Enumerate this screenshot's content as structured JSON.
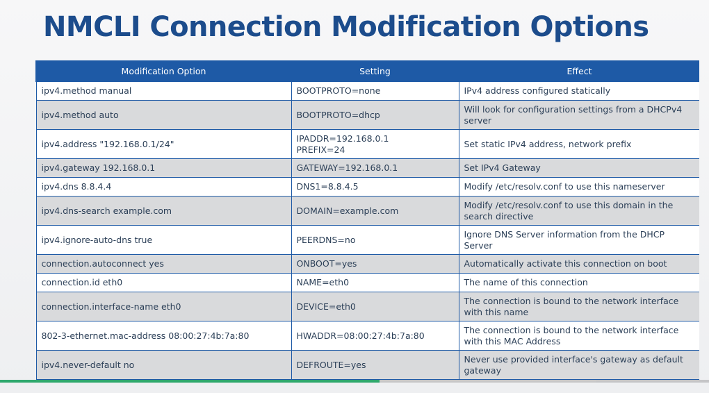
{
  "slide": {
    "title": "NMCLI Connection Modification Options"
  },
  "table": {
    "headers": [
      "Modification Option",
      "Setting",
      "Effect"
    ],
    "rows": [
      {
        "option": "ipv4.method manual",
        "setting": "BOOTPROTO=none",
        "effect": "IPv4 address configured statically"
      },
      {
        "option": "ipv4.method auto",
        "setting": "BOOTPROTO=dhcp",
        "effect": "Will look for configuration settings from a DHCPv4 server"
      },
      {
        "option": "ipv4.address \"192.168.0.1/24\"",
        "setting": "IPADDR=192.168.0.1",
        "setting2": "PREFIX=24",
        "effect": "Set static IPv4 address, network prefix"
      },
      {
        "option": "ipv4.gateway 192.168.0.1",
        "setting": "GATEWAY=192.168.0.1",
        "effect": "Set IPv4 Gateway"
      },
      {
        "option": "ipv4.dns 8.8.4.4",
        "setting": "DNS1=8.8.4.5",
        "effect": "Modify /etc/resolv.conf to use this nameserver"
      },
      {
        "option": "ipv4.dns-search example.com",
        "setting": "DOMAIN=example.com",
        "effect": "Modify /etc/resolv.conf to use this domain in the search directive"
      },
      {
        "option": "ipv4.ignore-auto-dns true",
        "setting": "PEERDNS=no",
        "effect": "Ignore DNS Server information from the DHCP Server"
      },
      {
        "option": "connection.autoconnect yes",
        "setting": "ONBOOT=yes",
        "effect": "Automatically activate this connection on boot"
      },
      {
        "option": "connection.id eth0",
        "setting": "NAME=eth0",
        "effect": "The name of this connection"
      },
      {
        "option": "connection.interface-name eth0",
        "setting": "DEVICE=eth0",
        "effect": "The connection is bound to the network interface with this name"
      },
      {
        "option": "802-3-ethernet.mac-address 08:00:27:4b:7a:80",
        "setting": "HWADDR=08:00:27:4b:7a:80",
        "effect": "The connection is bound to the network interface with this MAC Address"
      },
      {
        "option": "ipv4.never-default no",
        "setting": "DEFROUTE=yes",
        "effect": "Never use provided interface's gateway as default gateway"
      }
    ]
  },
  "video": {
    "progress": 0.535,
    "buffered": 0.84
  },
  "colors": {
    "title": "#1c4c8c",
    "header_bg": "#1e5aa6",
    "row_alt": "#d9dadc",
    "progress": "#2fa86d"
  }
}
